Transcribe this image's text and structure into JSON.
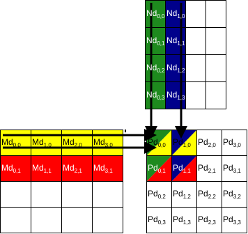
{
  "colors": {
    "green": "#1e8a1e",
    "blue": "#00008b",
    "yellow": "#ffff00",
    "red": "#ff0000",
    "white": "#ffffff",
    "ink": "#000000"
  },
  "grids": {
    "N": {
      "rows": [
        [
          {
            "base": "Nd",
            "sub": "0,0",
            "fill": "green"
          },
          {
            "base": "Nd",
            "sub": "1,0",
            "fill": "blue"
          },
          {
            "base": "",
            "sub": "",
            "fill": "white"
          },
          {
            "base": "",
            "sub": "",
            "fill": "white"
          }
        ],
        [
          {
            "base": "Nd",
            "sub": "0,1",
            "fill": "green"
          },
          {
            "base": "Nd",
            "sub": "1,1",
            "fill": "blue"
          },
          {
            "base": "",
            "sub": "",
            "fill": "white"
          },
          {
            "base": "",
            "sub": "",
            "fill": "white"
          }
        ],
        [
          {
            "base": "Nd",
            "sub": "0,2",
            "fill": "green"
          },
          {
            "base": "Nd",
            "sub": "1,2",
            "fill": "blue"
          },
          {
            "base": "",
            "sub": "",
            "fill": "white"
          },
          {
            "base": "",
            "sub": "",
            "fill": "white"
          }
        ],
        [
          {
            "base": "Nd",
            "sub": "0,3",
            "fill": "green"
          },
          {
            "base": "Nd",
            "sub": "1,3",
            "fill": "blue"
          },
          {
            "base": "",
            "sub": "",
            "fill": "white"
          },
          {
            "base": "",
            "sub": "",
            "fill": "white"
          }
        ]
      ]
    },
    "M": {
      "rows": [
        [
          {
            "base": "Md",
            "sub": "0,0",
            "fill": "yellow"
          },
          {
            "base": "Md",
            "sub": "1,0",
            "fill": "yellow"
          },
          {
            "base": "Md",
            "sub": "2,0",
            "fill": "yellow"
          },
          {
            "base": "Md",
            "sub": "3,0",
            "fill": "yellow"
          }
        ],
        [
          {
            "base": "Md",
            "sub": "0,1",
            "fill": "red"
          },
          {
            "base": "Md",
            "sub": "1,1",
            "fill": "red"
          },
          {
            "base": "Md",
            "sub": "2,1",
            "fill": "red"
          },
          {
            "base": "Md",
            "sub": "3,1",
            "fill": "red"
          }
        ],
        [
          {
            "base": "",
            "sub": "",
            "fill": "white"
          },
          {
            "base": "",
            "sub": "",
            "fill": "white"
          },
          {
            "base": "",
            "sub": "",
            "fill": "white"
          },
          {
            "base": "",
            "sub": "",
            "fill": "white"
          }
        ],
        [
          {
            "base": "",
            "sub": "",
            "fill": "white"
          },
          {
            "base": "",
            "sub": "",
            "fill": "white"
          },
          {
            "base": "",
            "sub": "",
            "fill": "white"
          },
          {
            "base": "",
            "sub": "",
            "fill": "white"
          }
        ]
      ]
    },
    "P": {
      "rows": [
        [
          {
            "base": "Pd",
            "sub": "0,0",
            "fill": "split",
            "a": "green",
            "b": "yellow"
          },
          {
            "base": "Pd",
            "sub": "1,0",
            "fill": "split",
            "a": "blue",
            "b": "yellow"
          },
          {
            "base": "Pd",
            "sub": "2,0",
            "fill": "white"
          },
          {
            "base": "Pd",
            "sub": "3,0",
            "fill": "white"
          }
        ],
        [
          {
            "base": "Pd",
            "sub": "0,1",
            "fill": "split",
            "a": "green",
            "b": "red"
          },
          {
            "base": "Pd",
            "sub": "1,1",
            "fill": "split",
            "a": "blue",
            "b": "red"
          },
          {
            "base": "Pd",
            "sub": "2,1",
            "fill": "white"
          },
          {
            "base": "Pd",
            "sub": "3,1",
            "fill": "white"
          }
        ],
        [
          {
            "base": "Pd",
            "sub": "0,2",
            "fill": "white"
          },
          {
            "base": "Pd",
            "sub": "1,2",
            "fill": "white"
          },
          {
            "base": "Pd",
            "sub": "2,2",
            "fill": "white"
          },
          {
            "base": "Pd",
            "sub": "3,2",
            "fill": "white"
          }
        ],
        [
          {
            "base": "Pd",
            "sub": "0,3",
            "fill": "white"
          },
          {
            "base": "Pd",
            "sub": "1,3",
            "fill": "white"
          },
          {
            "base": "Pd",
            "sub": "2,3",
            "fill": "white"
          },
          {
            "base": "Pd",
            "sub": "3,3",
            "fill": "white"
          }
        ]
      ]
    }
  }
}
